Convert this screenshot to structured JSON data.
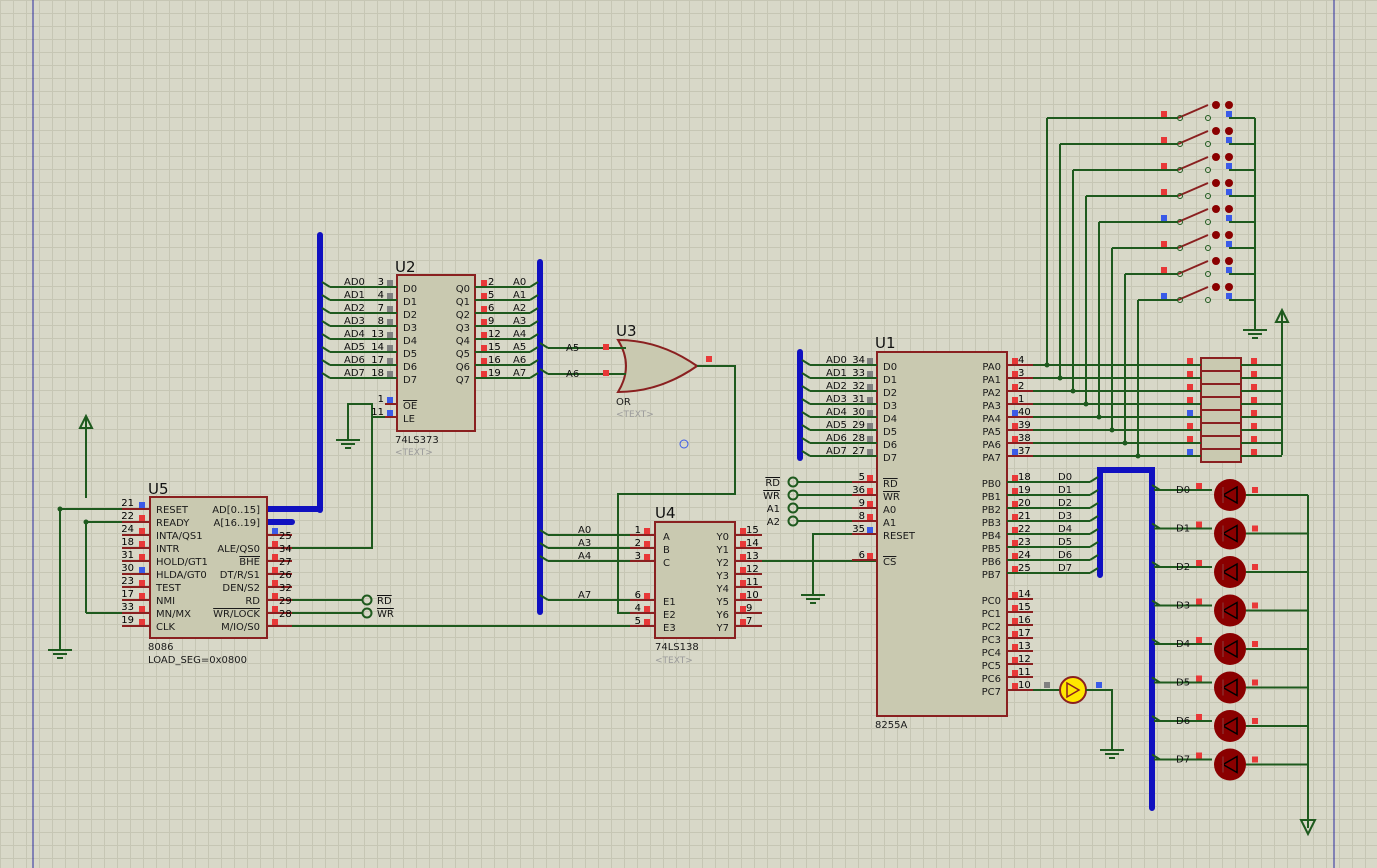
{
  "colors": {
    "wire": "#1e5a1e",
    "bus": "#1010c0",
    "chip_fill": "#c9c9b0",
    "chip_border": "#8a2020",
    "pin_red": "#e83838",
    "pin_blue": "#3a5ae8",
    "led": "#8a0000",
    "lamp": "#ffe800"
  },
  "u5": {
    "ref": "U5",
    "part": "8086",
    "prop": "LOAD_SEG=0x0800",
    "left": [
      {
        "n": "21",
        "l": "RESET"
      },
      {
        "n": "22",
        "l": "READY"
      },
      {
        "n": "24",
        "l": "INTA/QS1"
      },
      {
        "n": "18",
        "l": "INTR"
      },
      {
        "n": "31",
        "l": "HOLD/GT1"
      },
      {
        "n": "30",
        "l": "HLDA/GT0"
      },
      {
        "n": "23",
        "l": "TEST"
      },
      {
        "n": "17",
        "l": "NMI"
      },
      {
        "n": "33",
        "l": "MN/MX"
      },
      {
        "n": "19",
        "l": "CLK"
      }
    ],
    "right": [
      {
        "n": "",
        "l": "AD[0..15]"
      },
      {
        "n": "",
        "l": "A[16..19]"
      },
      {
        "n": "25",
        "l": ""
      },
      {
        "n": "34",
        "l": "ALE/QS0"
      },
      {
        "n": "27",
        "l": "BHE"
      },
      {
        "n": "26",
        "l": "DT/R/S1"
      },
      {
        "n": "32",
        "l": "DEN/S2"
      },
      {
        "n": "29",
        "l": "RD"
      },
      {
        "n": "28",
        "l": "WR/LOCK"
      },
      {
        "n": "",
        "l": "M/IO/S0"
      }
    ]
  },
  "u2": {
    "ref": "U2",
    "part": "74LS373",
    "text": "<TEXT>",
    "inputs": [
      {
        "n": "3",
        "l": "D0",
        "net": "AD0"
      },
      {
        "n": "4",
        "l": "D1",
        "net": "AD1"
      },
      {
        "n": "7",
        "l": "D2",
        "net": "AD2"
      },
      {
        "n": "8",
        "l": "D3",
        "net": "AD3"
      },
      {
        "n": "13",
        "l": "D4",
        "net": "AD4"
      },
      {
        "n": "14",
        "l": "D5",
        "net": "AD5"
      },
      {
        "n": "17",
        "l": "D6",
        "net": "AD6"
      },
      {
        "n": "18",
        "l": "D7",
        "net": "AD7"
      }
    ],
    "outputs": [
      {
        "n": "2",
        "l": "Q0",
        "net": "A0"
      },
      {
        "n": "5",
        "l": "Q1",
        "net": "A1"
      },
      {
        "n": "6",
        "l": "Q2",
        "net": "A2"
      },
      {
        "n": "9",
        "l": "Q3",
        "net": "A3"
      },
      {
        "n": "12",
        "l": "Q4",
        "net": "A4"
      },
      {
        "n": "15",
        "l": "Q5",
        "net": "A5"
      },
      {
        "n": "16",
        "l": "Q6",
        "net": "A6"
      },
      {
        "n": "19",
        "l": "Q7",
        "net": "A7"
      }
    ],
    "ctrl": [
      {
        "n": "1",
        "l": "OE"
      },
      {
        "n": "11",
        "l": "LE"
      }
    ]
  },
  "u3": {
    "ref": "U3",
    "part": "OR",
    "text": "<TEXT>",
    "in": [
      "A5",
      "A6"
    ]
  },
  "u4": {
    "ref": "U4",
    "part": "74LS138",
    "text": "<TEXT>",
    "inputs": [
      {
        "n": "1",
        "l": "A",
        "net": "A0"
      },
      {
        "n": "2",
        "l": "B",
        "net": "A3"
      },
      {
        "n": "3",
        "l": "C",
        "net": "A4"
      },
      {
        "n": "6",
        "l": "E1",
        "net": "A7"
      },
      {
        "n": "4",
        "l": "E2",
        "net": ""
      },
      {
        "n": "5",
        "l": "E3",
        "net": ""
      }
    ],
    "outputs": [
      {
        "n": "15",
        "l": "Y0"
      },
      {
        "n": "14",
        "l": "Y1"
      },
      {
        "n": "13",
        "l": "Y2"
      },
      {
        "n": "12",
        "l": "Y3"
      },
      {
        "n": "11",
        "l": "Y4"
      },
      {
        "n": "10",
        "l": "Y5"
      },
      {
        "n": "9",
        "l": "Y6"
      },
      {
        "n": "7",
        "l": "Y7"
      }
    ]
  },
  "u1": {
    "ref": "U1",
    "part": "8255A",
    "left": [
      {
        "n": "34",
        "l": "D0",
        "net": "AD0"
      },
      {
        "n": "33",
        "l": "D1",
        "net": "AD1"
      },
      {
        "n": "32",
        "l": "D2",
        "net": "AD2"
      },
      {
        "n": "31",
        "l": "D3",
        "net": "AD3"
      },
      {
        "n": "30",
        "l": "D4",
        "net": "AD4"
      },
      {
        "n": "29",
        "l": "D5",
        "net": "AD5"
      },
      {
        "n": "28",
        "l": "D6",
        "net": "AD6"
      },
      {
        "n": "27",
        "l": "D7",
        "net": "AD7"
      }
    ],
    "ctrl": [
      {
        "n": "5",
        "l": "RD",
        "net": "RD"
      },
      {
        "n": "36",
        "l": "WR",
        "net": "WR"
      },
      {
        "n": "9",
        "l": "A0",
        "net": "A1"
      },
      {
        "n": "8",
        "l": "A1",
        "net": "A2"
      },
      {
        "n": "35",
        "l": "RESET",
        "net": ""
      },
      {
        "n": "6",
        "l": "CS",
        "net": ""
      }
    ],
    "pa": [
      {
        "n": "4",
        "l": "PA0"
      },
      {
        "n": "3",
        "l": "PA1"
      },
      {
        "n": "2",
        "l": "PA2"
      },
      {
        "n": "1",
        "l": "PA3"
      },
      {
        "n": "40",
        "l": "PA4"
      },
      {
        "n": "39",
        "l": "PA5"
      },
      {
        "n": "38",
        "l": "PA6"
      },
      {
        "n": "37",
        "l": "PA7"
      }
    ],
    "pb": [
      {
        "n": "18",
        "l": "PB0",
        "net": "D0"
      },
      {
        "n": "19",
        "l": "PB1",
        "net": "D1"
      },
      {
        "n": "20",
        "l": "PB2",
        "net": "D2"
      },
      {
        "n": "21",
        "l": "PB3",
        "net": "D3"
      },
      {
        "n": "22",
        "l": "PB4",
        "net": "D4"
      },
      {
        "n": "23",
        "l": "PB5",
        "net": "D5"
      },
      {
        "n": "24",
        "l": "PB6",
        "net": "D6"
      },
      {
        "n": "25",
        "l": "PB7",
        "net": "D7"
      }
    ],
    "pc": [
      {
        "n": "14",
        "l": "PC0"
      },
      {
        "n": "15",
        "l": "PC1"
      },
      {
        "n": "16",
        "l": "PC2"
      },
      {
        "n": "17",
        "l": "PC3"
      },
      {
        "n": "13",
        "l": "PC4"
      },
      {
        "n": "12",
        "l": "PC5"
      },
      {
        "n": "11",
        "l": "PC6"
      },
      {
        "n": "10",
        "l": "PC7"
      }
    ]
  },
  "terminals": {
    "u5_rd": "RD",
    "u5_wr": "WR",
    "u1_in": [
      "RD",
      "WR",
      "A1",
      "A2"
    ]
  },
  "leds": [
    "D0",
    "D1",
    "D2",
    "D3",
    "D4",
    "D5",
    "D6",
    "D7"
  ]
}
